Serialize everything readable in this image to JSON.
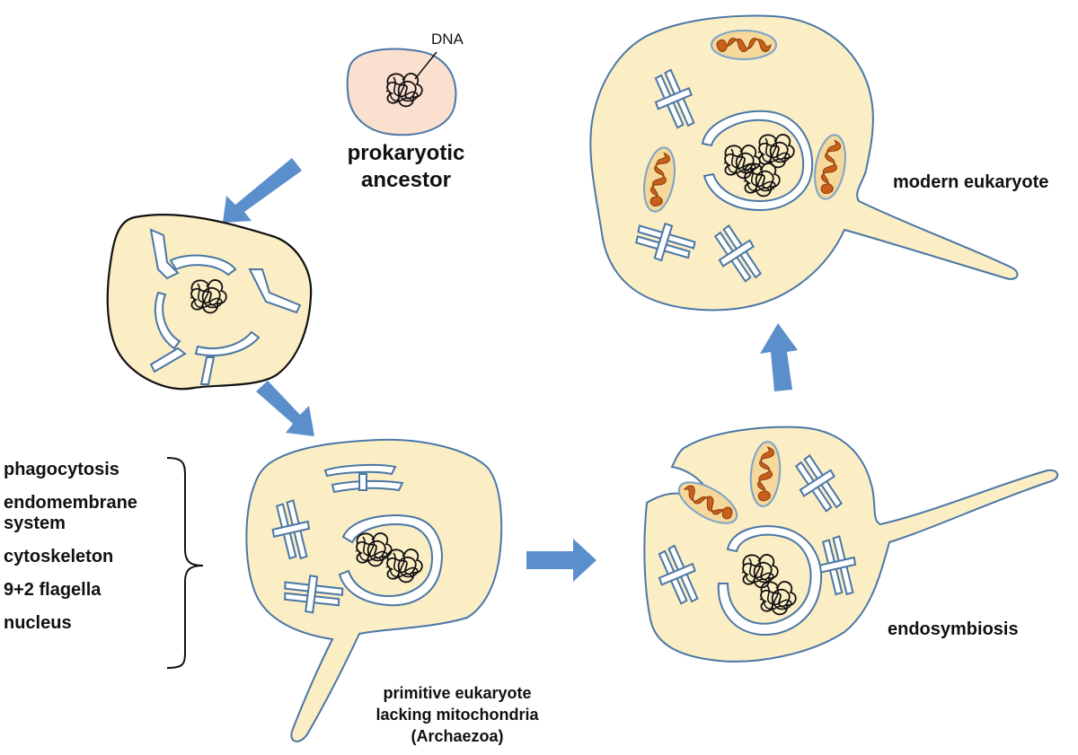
{
  "labels": {
    "dna": "DNA",
    "prokaryotic_ancestor": [
      "prokaryotic",
      "ancestor"
    ],
    "modern_eukaryote": "modern eukaryote",
    "endosymbiosis": "endosymbiosis",
    "primitive_eukaryote": [
      "primitive eukaryote",
      "lacking mitochondria",
      "(Archaezoa)"
    ]
  },
  "features": [
    "phagocytosis",
    "endomembrane",
    "system",
    "cytoskeleton",
    "9+2 flagella",
    "nucleus"
  ],
  "colors": {
    "cytoplasm": "#fbedc4",
    "prokaryote_fill": "#fbe0d0",
    "membrane": "#4a77a6",
    "arrow": "#5b8fcc",
    "mitochondrion_outer": "#f5d89a",
    "mitochondrion_inner": "#c8601c"
  }
}
